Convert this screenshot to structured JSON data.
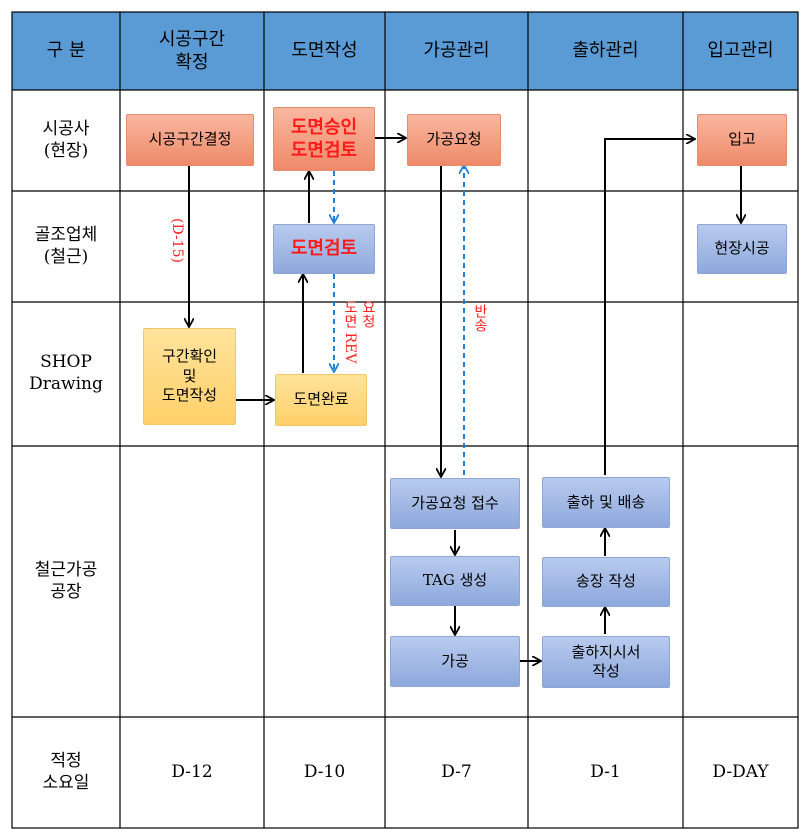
{
  "header": {
    "col0": "구 분",
    "col1": "시공구간\n확정",
    "col2": "도면작성",
    "col3": "가공관리",
    "col4": "출하관리",
    "col5": "입고관리"
  },
  "rows": {
    "r1": "시공사\n(현장)",
    "r2": "골조업체\n(철근)",
    "r3": "SHOP\nDrawing",
    "r4": "철근가공\n공장",
    "r5": "적정\n소요일"
  },
  "boxes": {
    "site_section_decision": "시공구간결정",
    "drawing_approval_review": "도면승인\n도면검토",
    "processing_request": "가공요청",
    "receiving": "입고",
    "drawing_review": "도면검토",
    "site_construction": "현장시공",
    "section_check_drawing": "구간확인\n및\n도면작성",
    "drawing_complete": "도면완료",
    "processing_request_received": "가공요청 접수",
    "tag_generation": "TAG  생성",
    "processing": "가공",
    "shipping_delivery": "출하 및 배송",
    "invoice_creation": "송장 작성",
    "shipping_order": "출하지시서\n작성"
  },
  "labels": {
    "d15": "(D-15)",
    "rev_request_1": "도면 REV",
    "rev_request_2": "요청",
    "return": "반송"
  },
  "days": {
    "d1": "D-12",
    "d2": "D-10",
    "d3": "D-7",
    "d4": "D-1",
    "d5": "D-DAY"
  },
  "colors": {
    "header_bg": "#5b9bd5",
    "orange": "#f4a183",
    "blue": "#a9bfea",
    "yellow": "#ffd87a",
    "red_text": "#ff1a1a",
    "dashed_arrow": "#1f7fd4"
  }
}
